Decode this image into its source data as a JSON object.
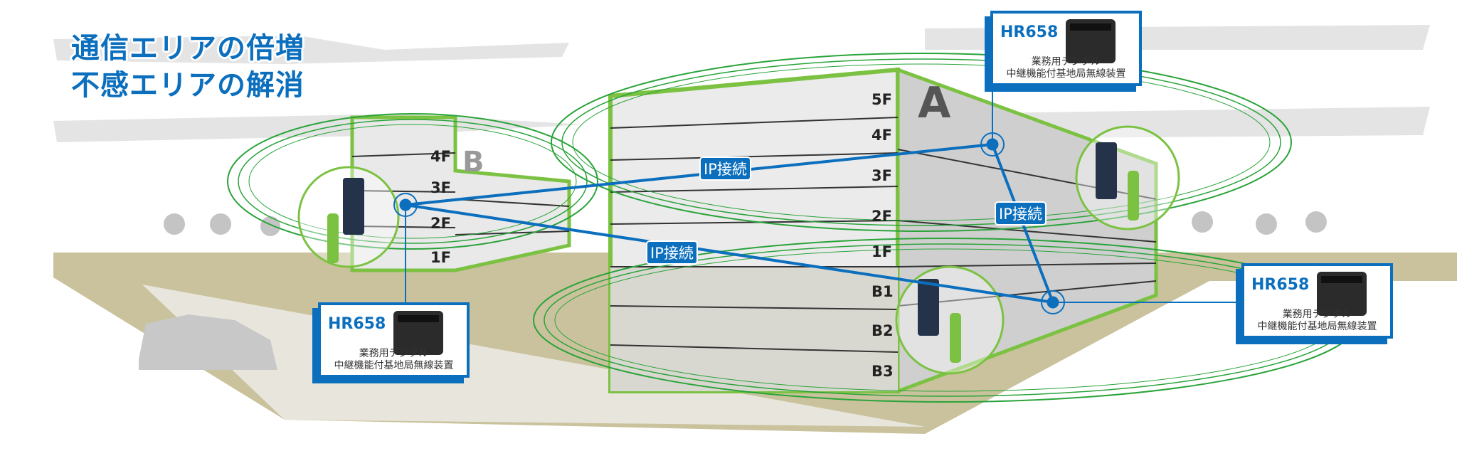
{
  "title": {
    "line1": "通信エリアの倍増",
    "line2": "不感エリアの解消"
  },
  "building_a": {
    "mark": "A",
    "floors": [
      "5F",
      "4F",
      "3F",
      "2F",
      "1F",
      "B1",
      "B2",
      "B3"
    ]
  },
  "building_b": {
    "mark": "B",
    "floors": [
      "4F",
      "3F",
      "2F",
      "1F"
    ]
  },
  "connections": [
    "IP接続",
    "IP接続",
    "IP接続"
  ],
  "repeaters": [
    {
      "model": "HR658",
      "desc1": "業務用デジタル",
      "desc2": "中継機能付基地局無線装置"
    },
    {
      "model": "HR658",
      "desc1": "業務用デジタル",
      "desc2": "中継機能付基地局無線装置"
    },
    {
      "model": "HR658",
      "desc1": "業務用デジタル",
      "desc2": "中継機能付基地局無線装置"
    }
  ],
  "colors": {
    "blue": "#0b6fbe",
    "green": "#2aa33a",
    "lime": "#7cc242",
    "ground": "#c9c29c"
  }
}
